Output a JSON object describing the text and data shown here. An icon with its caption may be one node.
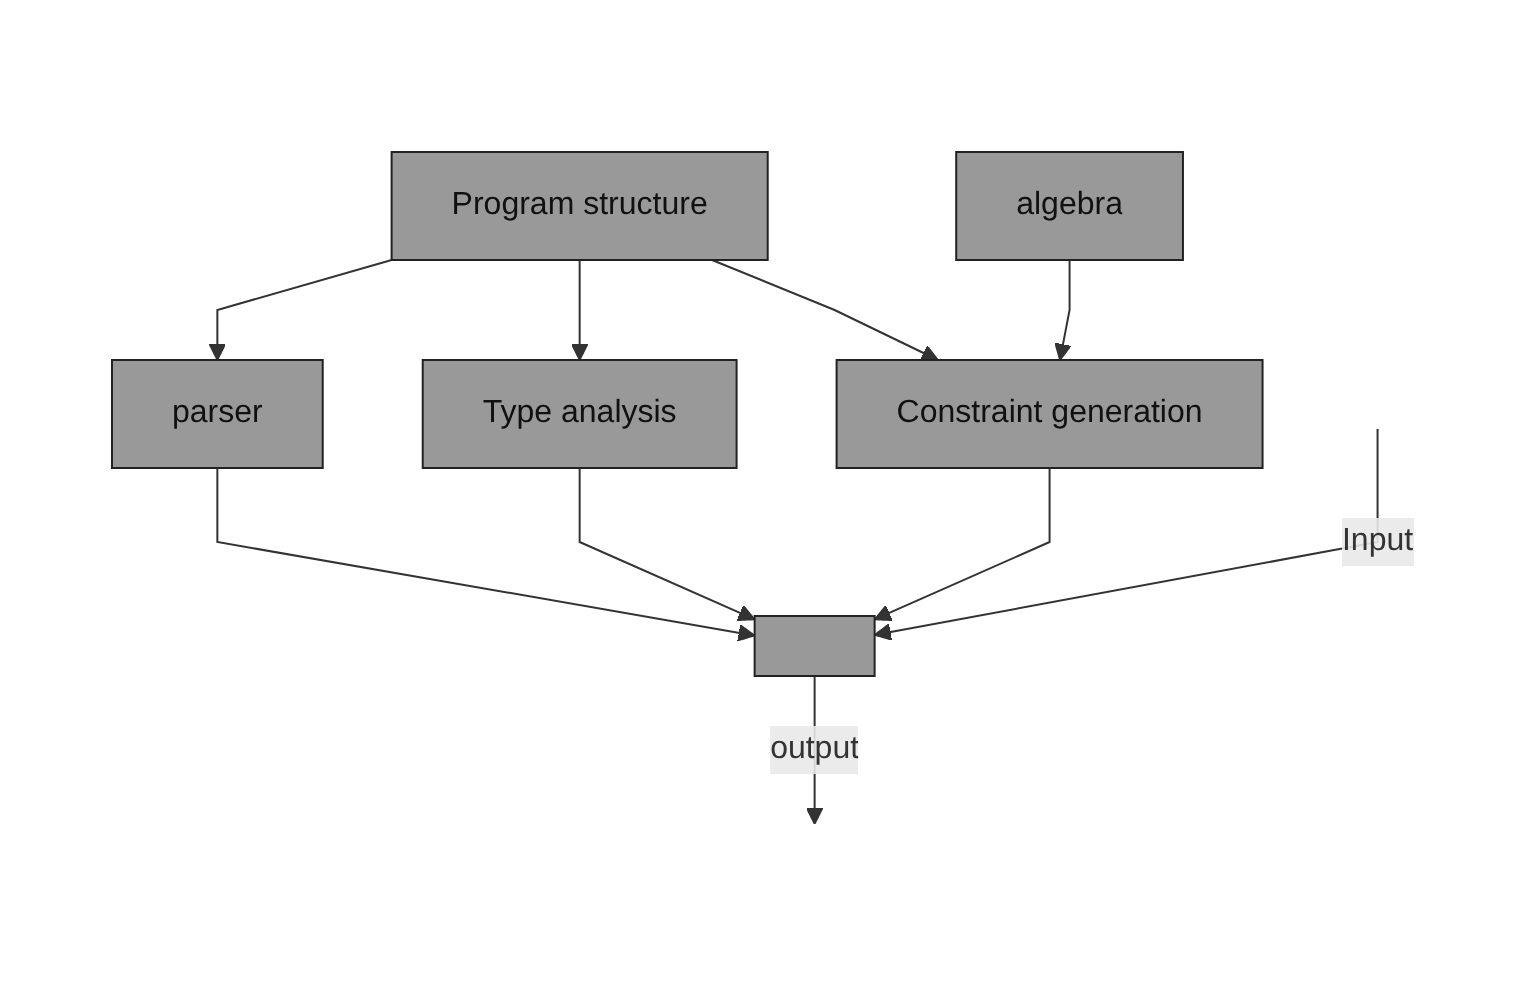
{
  "diagram": {
    "nodes": [
      {
        "text": [
          "Program structure"
        ]
      },
      {
        "text": [
          "parser"
        ]
      },
      {
        "text": [
          "algebra"
        ]
      },
      {
        "text": [
          "Type analysis"
        ]
      },
      {
        "text": [],
        "shape": "box"
      },
      {
        "text": [
          "Constraint generation"
        ]
      }
    ],
    "edges": [
      {
        "from": 0,
        "to": 1,
        "arrow": "to"
      },
      {
        "from": 0,
        "to": 3,
        "arrow": "to"
      },
      {
        "from": 1,
        "to": 4,
        "arrow": "to"
      },
      {
        "from": 2,
        "to": 5,
        "arrow": "to"
      },
      {
        "from": 3,
        "to": 4,
        "arrow": "to"
      },
      {
        "from": 5,
        "to": 4,
        "arrow": "to"
      },
      {
        "from": 0,
        "to": 5,
        "arrow": "to"
      },
      {
        "from": null,
        "to": 4,
        "arrow": "to",
        "label": "Input"
      },
      {
        "from": 4,
        "to": null,
        "arrow": "to",
        "label": "output"
      }
    ]
  }
}
